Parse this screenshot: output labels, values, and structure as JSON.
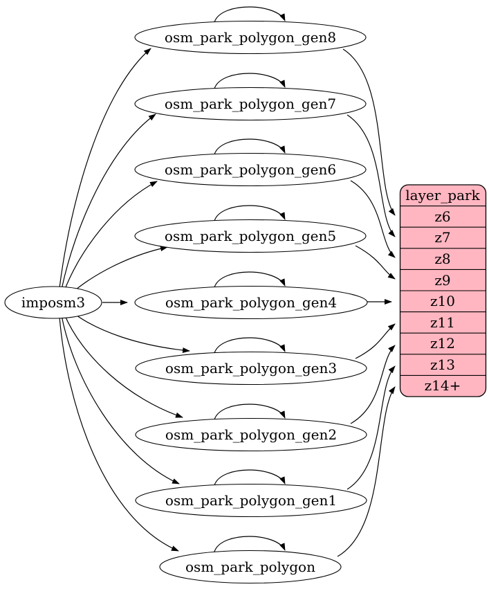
{
  "nodes": [
    {
      "label": "imposm3"
    },
    {
      "label": "osm_park_polygon_gen8"
    },
    {
      "label": "osm_park_polygon_gen7"
    },
    {
      "label": "osm_park_polygon_gen6"
    },
    {
      "label": "osm_park_polygon_gen5"
    },
    {
      "label": "osm_park_polygon_gen4"
    },
    {
      "label": "osm_park_polygon_gen3"
    },
    {
      "label": "osm_park_polygon_gen2"
    },
    {
      "label": "osm_park_polygon_gen1"
    },
    {
      "label": "osm_park_polygon"
    }
  ],
  "table": {
    "header": "layer_park",
    "rows": [
      "z6",
      "z7",
      "z8",
      "z9",
      "z10",
      "z11",
      "z12",
      "z13",
      "z14+"
    ],
    "fill": "#ffb6c1",
    "stroke": "#000000"
  },
  "edges": {
    "from_source_to": [
      "osm_park_polygon_gen8",
      "osm_park_polygon_gen7",
      "osm_park_polygon_gen6",
      "osm_park_polygon_gen5",
      "osm_park_polygon_gen4",
      "osm_park_polygon_gen3",
      "osm_park_polygon_gen2",
      "osm_park_polygon_gen1",
      "osm_park_polygon"
    ],
    "self_loops": [
      "osm_park_polygon_gen8",
      "osm_park_polygon_gen7",
      "osm_park_polygon_gen6",
      "osm_park_polygon_gen5",
      "osm_park_polygon_gen4",
      "osm_park_polygon_gen3",
      "osm_park_polygon_gen2",
      "osm_park_polygon_gen1",
      "osm_park_polygon"
    ],
    "node_to_table_row": [
      {
        "from": "osm_park_polygon_gen8",
        "row": "z6"
      },
      {
        "from": "osm_park_polygon_gen7",
        "row": "z7"
      },
      {
        "from": "osm_park_polygon_gen6",
        "row": "z8"
      },
      {
        "from": "osm_park_polygon_gen5",
        "row": "z9"
      },
      {
        "from": "osm_park_polygon_gen4",
        "row": "z10"
      },
      {
        "from": "osm_park_polygon_gen3",
        "row": "z11"
      },
      {
        "from": "osm_park_polygon_gen2",
        "row": "z12"
      },
      {
        "from": "osm_park_polygon_gen1",
        "row": "z13"
      },
      {
        "from": "osm_park_polygon",
        "row": "z14+"
      }
    ]
  },
  "colors": {
    "background": "#ffffff",
    "node_fill": "#ffffff",
    "edge_stroke": "#000000",
    "text": "#000000",
    "table_fill": "#ffb6c1"
  }
}
